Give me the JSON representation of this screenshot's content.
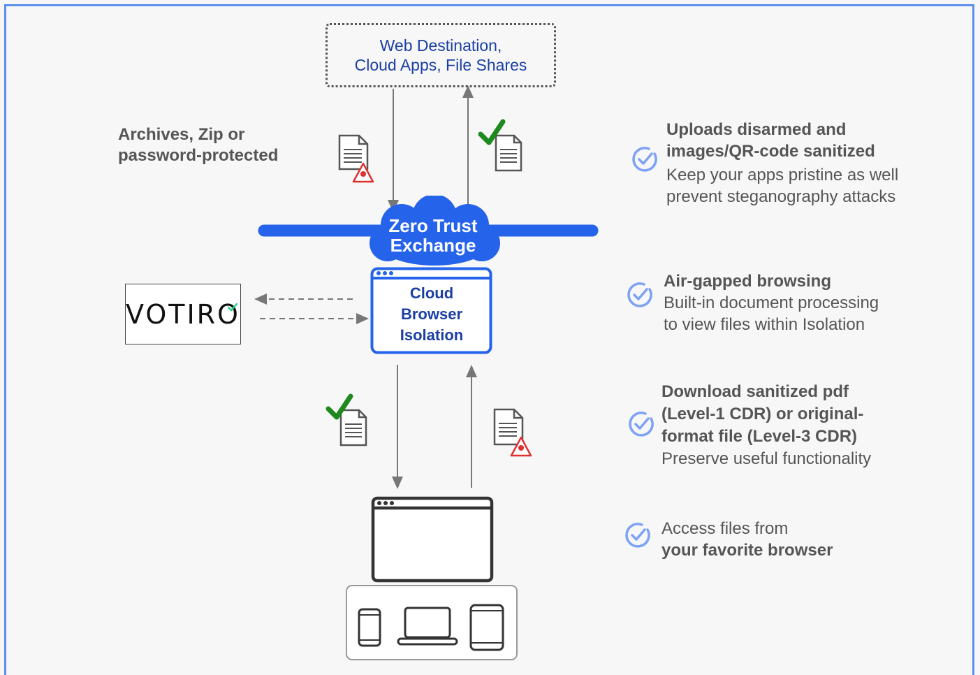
{
  "web_destination": {
    "line1": "Web Destination,",
    "line2": "Cloud Apps, File Shares"
  },
  "archives_label": {
    "line1": "Archives, Zip or",
    "line2": "password-protected"
  },
  "zero_trust": {
    "line1": "Zero Trust",
    "line2": "Exchange"
  },
  "cloud_browser_isolation": {
    "line1": "Cloud",
    "line2": "Browser",
    "line3": "Isolation"
  },
  "votiro": {
    "logo_text": "VOTIRO"
  },
  "benefits": [
    {
      "title1": "Uploads disarmed and",
      "title2": "images/QR-code sanitized",
      "sub1": "Keep your apps pristine as well",
      "sub2": "prevent steganography attacks"
    },
    {
      "title1": "Air-gapped browsing",
      "sub1": "Built-in document processing",
      "sub2": "to view files within Isolation"
    },
    {
      "title1": "Download sanitized pdf",
      "title2": "(Level-1 CDR) or original-",
      "title3": "format file (Level-3 CDR)",
      "sub1": "Preserve useful functionality"
    },
    {
      "sub1": "Access files from",
      "title1": "your favorite browser"
    }
  ],
  "colors": {
    "brand_blue": "#2563eb",
    "check_green": "#1e8a1e",
    "warning_red": "#e03030",
    "text_gray": "#555555",
    "frame_blue": "#5b8ef0"
  }
}
